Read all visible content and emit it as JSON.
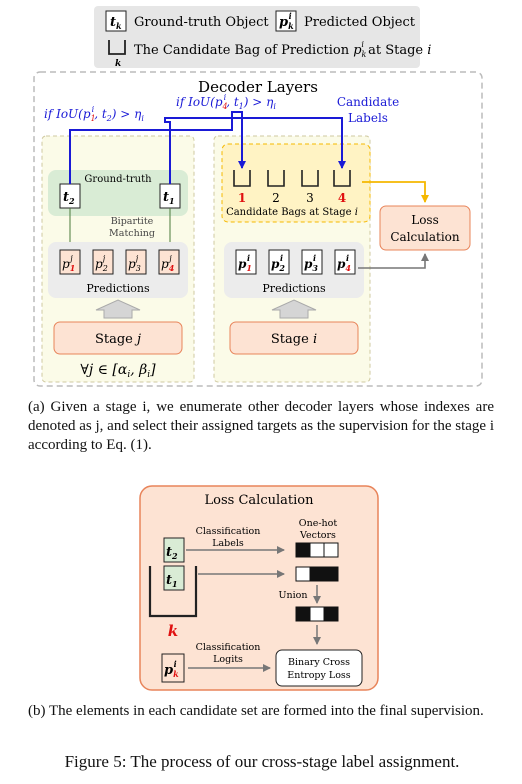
{
  "legend": {
    "gt_object": "Ground-truth Object",
    "pred_object": "Predicted Object",
    "bag_text": "The Candidate Bag of Prediction",
    "bag_suffix": "at Stage",
    "gt_sym": "t",
    "gt_sub": "k",
    "pred_sym": "p",
    "pred_sub": "k",
    "pred_sup": "i",
    "bag_sub": "k",
    "stage_sym": "i"
  },
  "panel_a": {
    "title": "Decoder Layers",
    "cond_left": "if IoU(p",
    "cond_left_tail": ", t",
    "cond_left_end": ") > η",
    "cond_left_sub1": "1",
    "cond_left_sub2": "2",
    "cond_right_sub1": "4",
    "cond_right_sub2": "1",
    "cond_i": "i",
    "candidate_labels": [
      "Candidate",
      "Labels"
    ],
    "ground_truth_label": "Ground-truth",
    "t_labels": [
      "t",
      "t"
    ],
    "t_subs": [
      "2",
      "1"
    ],
    "bipartite": [
      "Bipartite",
      "Matching"
    ],
    "predictions_label": "Predictions",
    "pred_subs": [
      "1",
      "2",
      "3",
      "4"
    ],
    "pred_j_sup": "j",
    "pred_i_sup": "i",
    "stage_j": "Stage",
    "stage_j_var": "j",
    "stage_i": "Stage",
    "stage_i_var": "i",
    "forall": "∀j ∈ [α",
    "forall_tail": ", β",
    "forall_end": "]",
    "bag_numbers": [
      "1",
      "2",
      "3",
      "4"
    ],
    "bags_label": "Candidate Bags at Stage",
    "loss_calc": [
      "Loss",
      "Calculation"
    ]
  },
  "caption_a": "(a) Given a stage i, we enumerate other decoder layers whose indexes are denoted as j, and select their assigned targets as the supervision for the stage i according to Eq. (1).",
  "panel_b": {
    "title": "Loss Calculation",
    "class_labels": [
      "Classification",
      "Labels"
    ],
    "onehot": [
      "One-hot",
      "Vectors"
    ],
    "union": "Union",
    "k_label": "k",
    "class_logits": [
      "Classification",
      "Logits"
    ],
    "bce": [
      "Binary Cross",
      "Entropy Loss"
    ]
  },
  "caption_b": "(b) The elements in each candidate set are formed into the final supervision.",
  "figure_caption": "Figure 5: The process of our cross-stage label assignment.",
  "colors": {
    "blue": "#1a1ad6",
    "red": "#e01010",
    "orange": "#f5b800",
    "stage_fill": "#fde3d3",
    "stage_border": "#e8845a",
    "gt_fill": "#d9ecd5",
    "yellow_panel": "#fbfbe8"
  }
}
